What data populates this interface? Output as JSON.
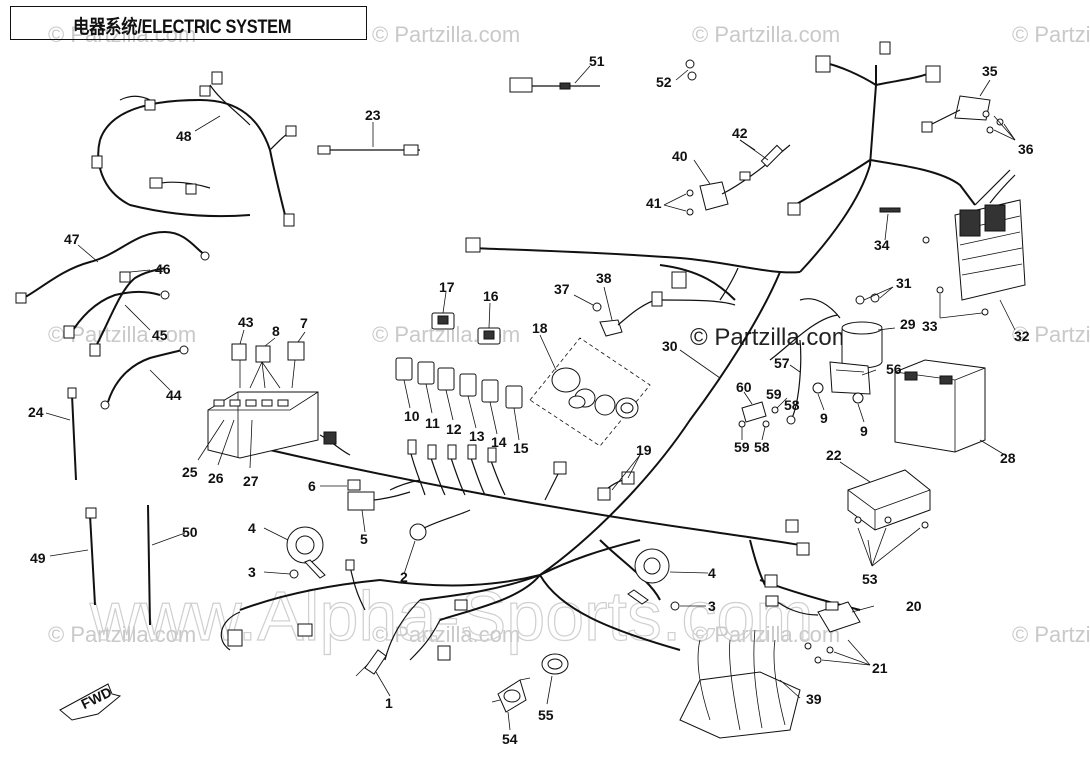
{
  "title": "电器系统/ELECTRIC SYSTEM",
  "watermark": "© Partzilla.com",
  "watermark_center": "© Partzilla.com",
  "alpha_watermark": "www.Alpha-Sports.com",
  "fwd_arrow": "FWD",
  "labels": {
    "l1": "1",
    "l2": "2",
    "l3a": "3",
    "l3b": "3",
    "l4a": "4",
    "l4b": "4",
    "l5": "5",
    "l6": "6",
    "l7": "7",
    "l8": "8",
    "l9a": "9",
    "l9b": "9",
    "l10": "10",
    "l11": "11",
    "l12": "12",
    "l13": "13",
    "l14": "14",
    "l15": "15",
    "l16": "16",
    "l17": "17",
    "l18": "18",
    "l19": "19",
    "l20": "20",
    "l21": "21",
    "l22": "22",
    "l23": "23",
    "l24": "24",
    "l25": "25",
    "l26": "26",
    "l27": "27",
    "l28": "28",
    "l29": "29",
    "l30": "30",
    "l31": "31",
    "l32": "32",
    "l33": "33",
    "l34": "34",
    "l35": "35",
    "l36": "36",
    "l37": "37",
    "l38": "38",
    "l39": "39",
    "l40": "40",
    "l41": "41",
    "l42": "42",
    "l43": "43",
    "l44": "44",
    "l45": "45",
    "l46": "46",
    "l47": "47",
    "l48": "48",
    "l49": "49",
    "l50": "50",
    "l51": "51",
    "l52": "52",
    "l53": "53",
    "l54": "54",
    "l55": "55",
    "l56": "56",
    "l57": "57",
    "l58a": "58",
    "l58b": "58",
    "l59a": "59",
    "l59b": "59",
    "l60": "60"
  },
  "colors": {
    "line": "#111111",
    "watermark": "#c9c9c9",
    "background": "#ffffff"
  }
}
